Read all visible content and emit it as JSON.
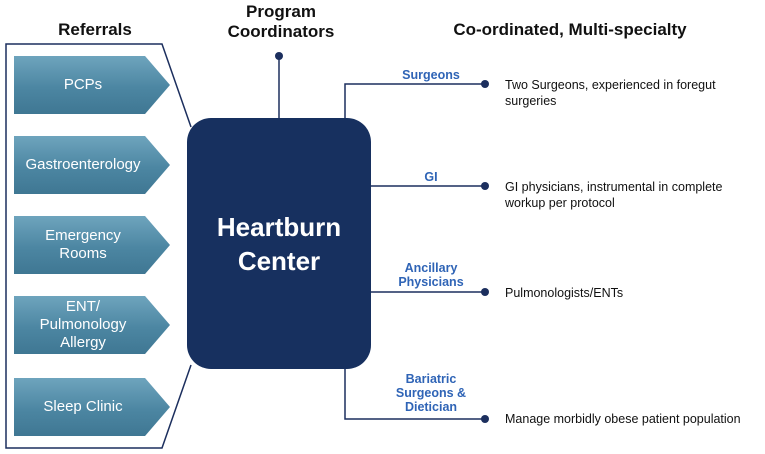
{
  "headings": {
    "referrals": "Referrals",
    "program_coordinators": "Program\nCoordinators",
    "multispecialty": "Co-ordinated, Multi-specialty"
  },
  "referrals": [
    {
      "label": "PCPs"
    },
    {
      "label": "Gastroenterology"
    },
    {
      "label": "Emergency\nRooms"
    },
    {
      "label": "ENT/\nPulmonology\nAllergy"
    },
    {
      "label": "Sleep Clinic"
    }
  ],
  "center": {
    "label": "Heartburn\nCenter"
  },
  "specialties": [
    {
      "label": "Surgeons",
      "description": "Two Surgeons, experienced in foregut\nsurgeries"
    },
    {
      "label": "GI",
      "description": "GI physicians, instrumental in complete\nworkup per protocol"
    },
    {
      "label": "Ancillary\nPhysicians",
      "description": "Pulmonologists/ENTs"
    },
    {
      "label": "Bariatric\nSurgeons &\nDietician",
      "description": "Manage morbidly obese patient population"
    }
  ],
  "colors": {
    "referral_fill": "#4c86a2",
    "center_fill": "#17305f",
    "line": "#1c2f5e",
    "label_blue": "#2f64b6"
  }
}
